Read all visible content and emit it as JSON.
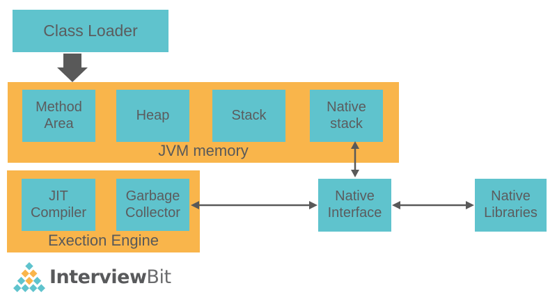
{
  "colors": {
    "teal": "#5FC3CD",
    "orange": "#F9B54B",
    "arrow": "#595959",
    "text": "#5B5C5E",
    "logo_dark": "#58595B",
    "logo_light": "#6B6C6E"
  },
  "diagram": {
    "class_loader": "Class Loader",
    "jvm_memory": {
      "label": "JVM memory",
      "boxes": [
        "Method Area",
        "Heap",
        "Stack",
        "Native stack"
      ]
    },
    "execution_engine": {
      "label": "Exection Engine",
      "boxes": [
        "JIT Compiler",
        "Garbage Collector"
      ]
    },
    "native_interface": "Native Interface",
    "native_libraries": "Native Libraries"
  },
  "logo": {
    "interview": "Interview",
    "bit": "Bit"
  }
}
